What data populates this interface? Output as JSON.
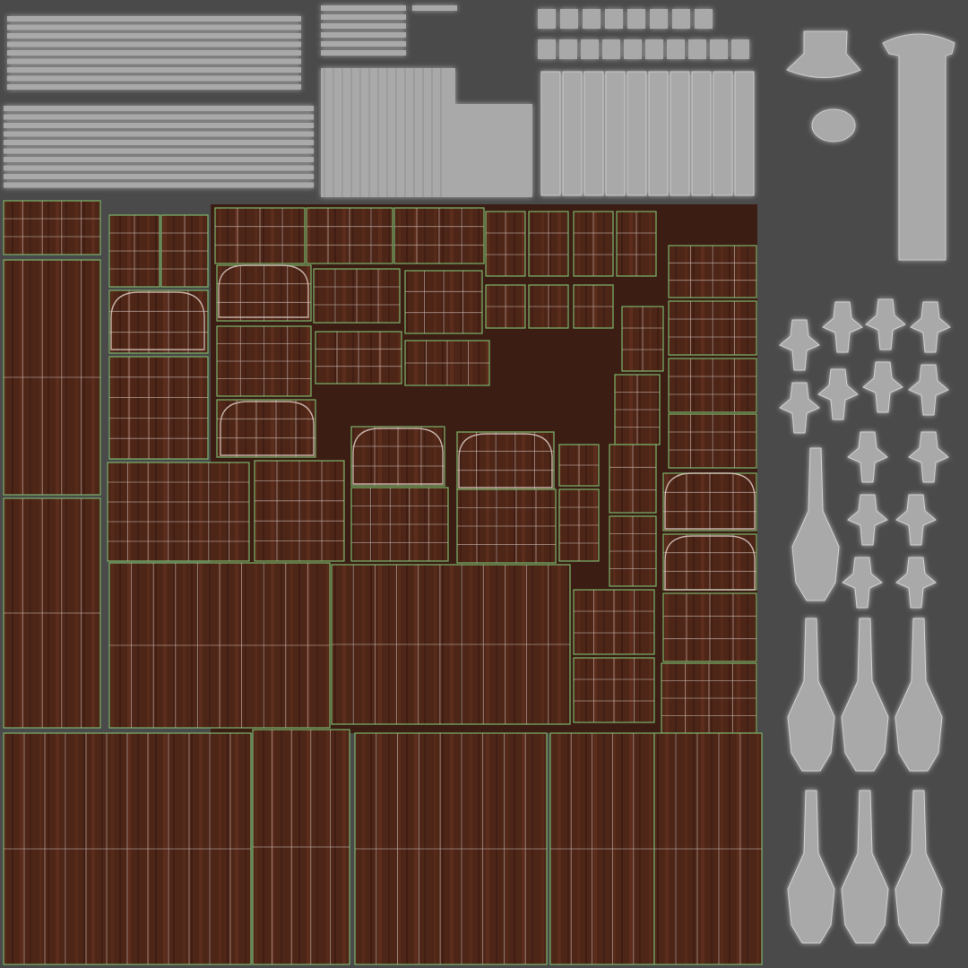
{
  "canvas": {
    "background": "#4a4a4a",
    "wood_base": "#4e2618",
    "wood_light": "#6a3420",
    "wood_grain": "#3a1a10",
    "island_background": "#3b1d14",
    "wireframe_gray": "#a9a9a9",
    "wireframe_dark": "#cdbdb6",
    "uv_seam_green": "#7ab36a",
    "glow": "#9adf9a"
  },
  "groups": [
    {
      "name": "plank-strips-left",
      "kind": "gray-strips"
    },
    {
      "name": "plank-strips-middle",
      "kind": "gray-strips"
    },
    {
      "name": "shutter-panels",
      "kind": "gray-panels"
    },
    {
      "name": "column-capital",
      "kind": "gray-ornament"
    },
    {
      "name": "column-shaft",
      "kind": "gray-ornament"
    },
    {
      "name": "wood-panels",
      "kind": "wood-uv-islands"
    },
    {
      "name": "baluster-pieces",
      "kind": "gray-ornament"
    }
  ]
}
